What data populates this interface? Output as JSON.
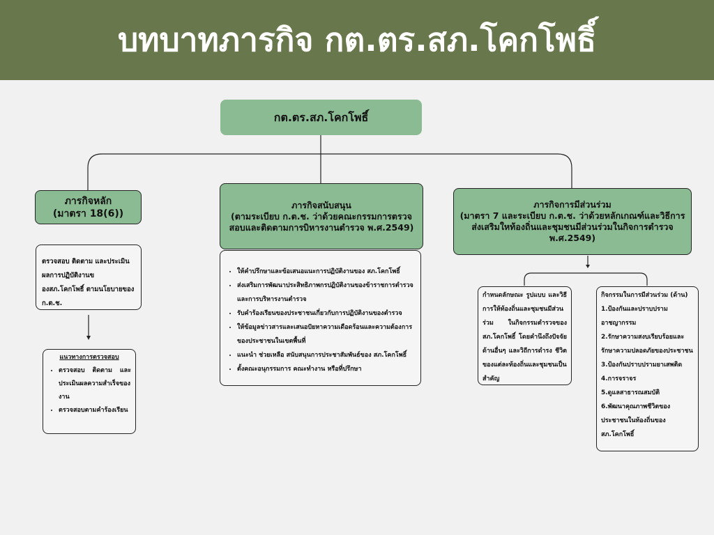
{
  "title": "บทบาทภารกิจ กต.ตร.สภ.โคกโพธิ์",
  "root": {
    "label": "กต.ตร.สภ.โคกโพธิ์"
  },
  "main_mission": {
    "title": "ภารกิจหลัก",
    "subtitle": "(มาตรา 18(6))",
    "detail": "ตรวจสอบ ติดตาม และประเมินผลการปฏิบัติงานของสภ.โคกโพธิ์ ตามนโยบายของ ก.ต.ช.",
    "guide_title": "แนวทางการตรวจสอบ",
    "guide_items": [
      "ตรวจสอบ ติดตาม และประเมินผลความสำเร็จของงาน",
      "ตรวจสอบตามคำร้องเรียน"
    ]
  },
  "support_mission": {
    "title": "ภารกิจสนับสนุน",
    "subtitle": "(ตามระเบียบ ก.ต.ช. ว่าด้วยคณะกรรมการตรวจสอบและติดตามการบิหารงานตำรวจ พ.ศ.2549)",
    "items": [
      "ให้คำปรึกษาและข้อเสนอแนะการปฏิบัติงานของ สภ.โคกโพธิ์",
      "ส่งเสริมการพัฒนาประสิทธิภาพกรปฏิบัติงานของข้าราชการตำรวจและการบริหารงานตำรวจ",
      "รับคำร้องเรียนของประชาชนเกี่ยวกับการปฏิบัติงานของตำรวจ",
      "ให้ข้อมูลข่าวสารและเสนอปัยหาความเดือดร้อนและความต้องการของประชาชนในเขตพื้นที่",
      "แนะนำ ช่วยเหลือ สนับสนุนการประชาสัมพันธ์ของ สภ.โคกโพธิ์",
      "ตั้งคณะอนุกรรมการ คณะทำงาน หรือที่ปรึกษา"
    ]
  },
  "participation_mission": {
    "title": "ภารกิจการมีส่วนร่วม",
    "subtitle": "(มาตรา 7 และระเบียบ ก.ต.ช. ว่าด้วยหลักเกณฑ์และวิธีการส่งเสริมใหท้องถิ่นและชุมชนมีส่วนร่วมในกิจการตำรวจ พ.ศ.2549)",
    "detail": "กำหนดลักษณะ รูปแบบ และวิธีการให้ท้องถิ่นและชุมชนมีส่วนร่วม ในกิจกรรมตำรวจของสภ.โคกโพธิ์ โดยคำนึงถึงปัจจัยด้านอื่นๆ และวิถีการดำรง ชีวิตของแต่ละท้องถิ่นและชุมชนเป็นสำคัญ",
    "activities_title": "กิจกรรมในการมีส่วนร่วม (ด้าน)",
    "activities": [
      "1.ป้องกันและปราบปรามอาชญากรรม",
      "2.รักษาความสงบเรียบร้อยและรักษาความปลอดภัยของประชาชน",
      "3.ป้องกันปราบปรามยาเสพติด",
      "4.การจราจร",
      "5.ดูแลสาธารณสมบัติ",
      "6.พัฒนาคุณภาพชีวิตของประชาชนในท้องถิ่นของสภ.โคกโพธิ์"
    ]
  },
  "colors": {
    "header": "#69784c",
    "box_green": "#8bbb93",
    "background": "#f0f1f0"
  }
}
